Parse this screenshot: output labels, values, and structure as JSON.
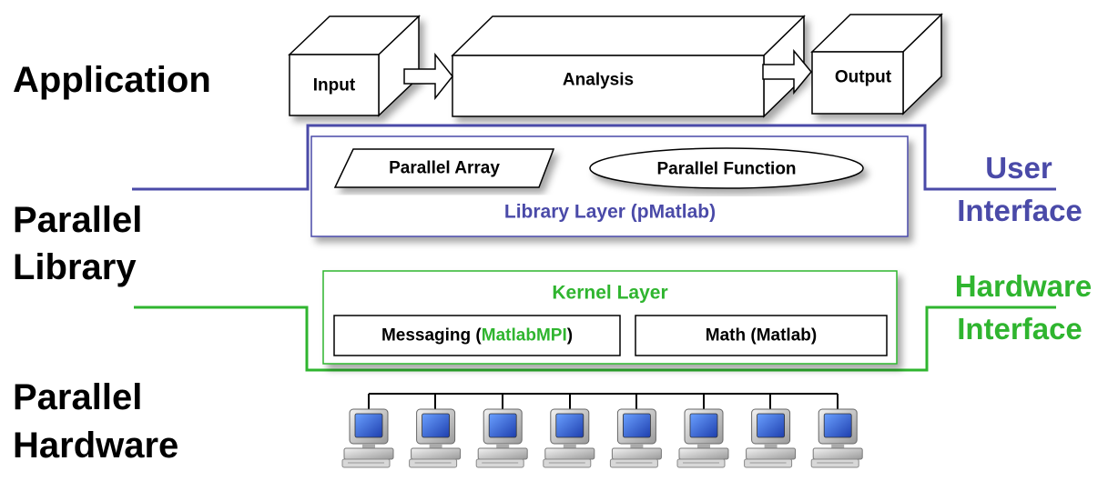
{
  "left_labels": {
    "application": "Application",
    "parallel_library_1": "Parallel",
    "parallel_library_2": "Library",
    "parallel_hardware_1": "Parallel",
    "parallel_hardware_2": "Hardware"
  },
  "right_labels": {
    "user_1": "User",
    "user_2": "Interface",
    "hardware_1": "Hardware",
    "hardware_2": "Interface"
  },
  "application_blocks": {
    "input": "Input",
    "analysis": "Analysis",
    "output": "Output"
  },
  "library_layer": {
    "parallel_array": "Parallel Array",
    "parallel_function": "Parallel Function",
    "title": "Library Layer (pMatlab)"
  },
  "kernel_layer": {
    "title": "Kernel Layer",
    "messaging_prefix": "Messaging (",
    "messaging_highlight": "MatlabMPI",
    "messaging_suffix": ")",
    "math": "Math (Matlab)"
  },
  "hardware": {
    "computer_count": 8,
    "computer_icon": "computer-icon"
  },
  "colors": {
    "user_interface": "#4a4aa8",
    "hardware_interface": "#2fb52f",
    "text": "#000000"
  }
}
